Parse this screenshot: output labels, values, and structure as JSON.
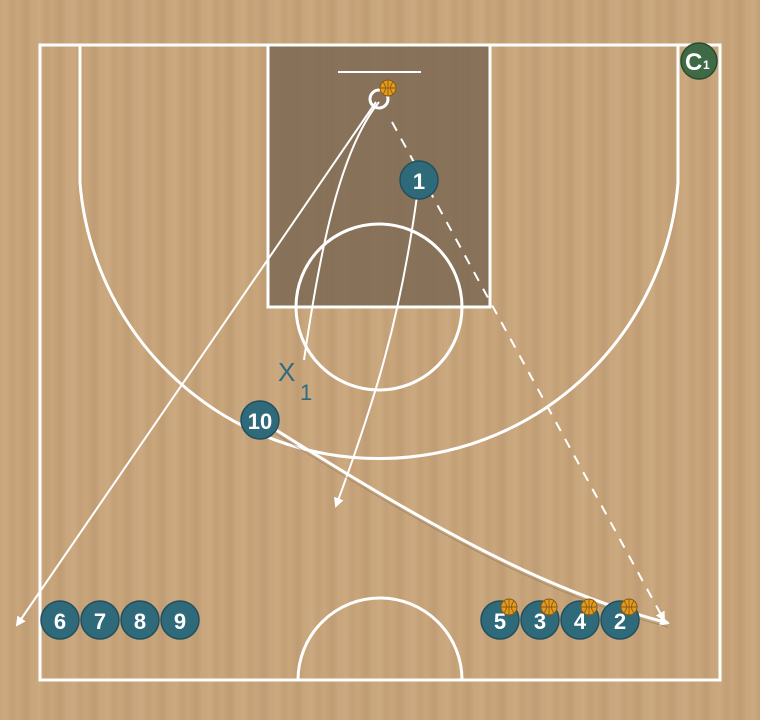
{
  "colors": {
    "court": "#c9a57a",
    "lines": "#ffffff",
    "paint": "#7c6953",
    "player": "#2f6a7b",
    "coach": "#3e6b45",
    "defender": "#2e6b80",
    "ball": "#e39b1f"
  },
  "coach": {
    "label": "C",
    "sub": "1"
  },
  "players": {
    "p1": "1",
    "p2": "2",
    "p3": "3",
    "p4": "4",
    "p5": "5",
    "p6": "6",
    "p7": "7",
    "p8": "8",
    "p9": "9",
    "p10": "10"
  },
  "defender": {
    "label": "X",
    "sub": "1"
  },
  "balls": [
    "ball-icon",
    "ball-icon",
    "ball-icon",
    "ball-icon",
    "ball-icon"
  ],
  "actions": [
    "pass",
    "cut",
    "dribble",
    "screen"
  ]
}
